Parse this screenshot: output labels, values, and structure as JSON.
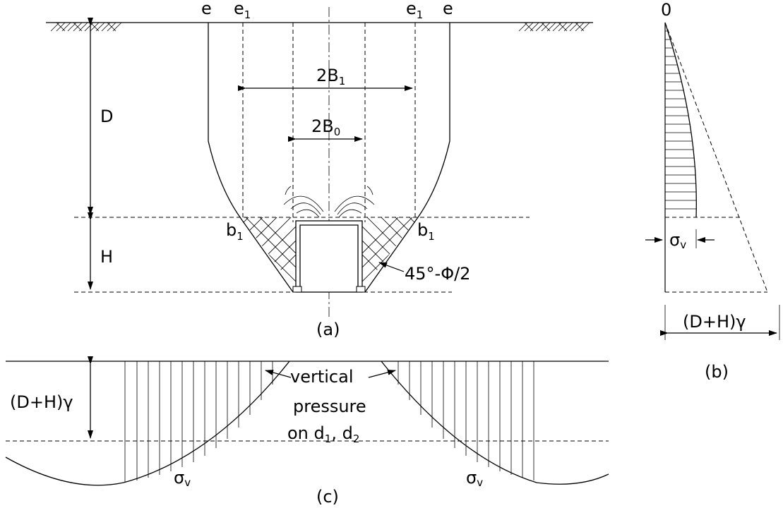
{
  "panel_a": {
    "top_labels": {
      "e_left": "e",
      "e1_left": "e",
      "e1_right": "e",
      "e_right": "e",
      "e1_sub": "1"
    },
    "dim_2B1": {
      "main": "2B",
      "sub": "1"
    },
    "dim_2B0": {
      "main": "2B",
      "sub": "0"
    },
    "depth_D": "D",
    "height_H": "H",
    "b1_left": {
      "main": "b",
      "sub": "1"
    },
    "b1_right": {
      "main": "b",
      "sub": "1"
    },
    "angle": "45°-Φ/2",
    "caption": "(a)"
  },
  "panel_b": {
    "zero": "0",
    "sigma": {
      "main": "σ",
      "sub": "v"
    },
    "base": "(D+H)γ",
    "caption": "(b)"
  },
  "panel_c": {
    "left_label": "(D+H)γ",
    "center_text": [
      "vertical",
      "pressure",
      "on d"
    ],
    "d1_sub": "1",
    "comma": ", d",
    "d2_sub": "2",
    "sigma_left": {
      "main": "σ",
      "sub": "v"
    },
    "sigma_right": {
      "main": "σ",
      "sub": "v"
    },
    "caption": "(c)"
  }
}
